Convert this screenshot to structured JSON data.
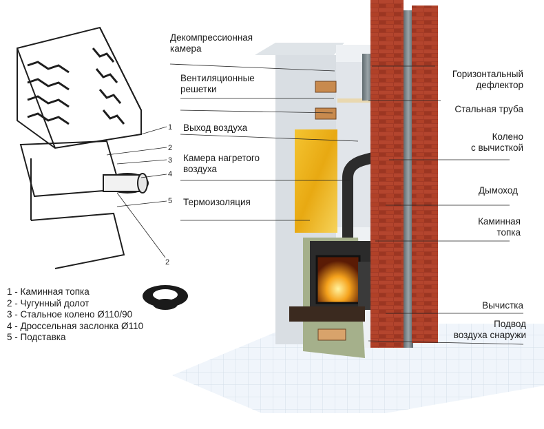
{
  "labels_left": {
    "decompression": [
      "Декомпрессионная",
      "камера"
    ],
    "vent": [
      "Вентиляционные",
      "решетки"
    ],
    "air_out": "Выход воздуха",
    "heated_chamber": [
      "Камера нагретого",
      "воздуха"
    ],
    "insulation": "Термоизоляция"
  },
  "labels_right": {
    "deflector": [
      "Горизонтальный",
      "дефлектор"
    ],
    "steel_pipe": "Стальная труба",
    "elbow": [
      "Колено",
      "с вычисткой"
    ],
    "chimney": "Дымоход",
    "firebox": [
      "Каминная",
      "топка"
    ],
    "cleanout": "Вычистка",
    "air_supply": [
      "Подвод",
      "воздуха снаружи"
    ]
  },
  "legend": [
    "1 - Каминная топка",
    "2 - Чугунный долот",
    "3 - Стальное колено Ø110/90",
    "4 - Дроссельная заслонка Ø110",
    "5 - Подставка"
  ],
  "callout_numbers": [
    "1",
    "2",
    "3",
    "4",
    "5",
    "2"
  ]
}
